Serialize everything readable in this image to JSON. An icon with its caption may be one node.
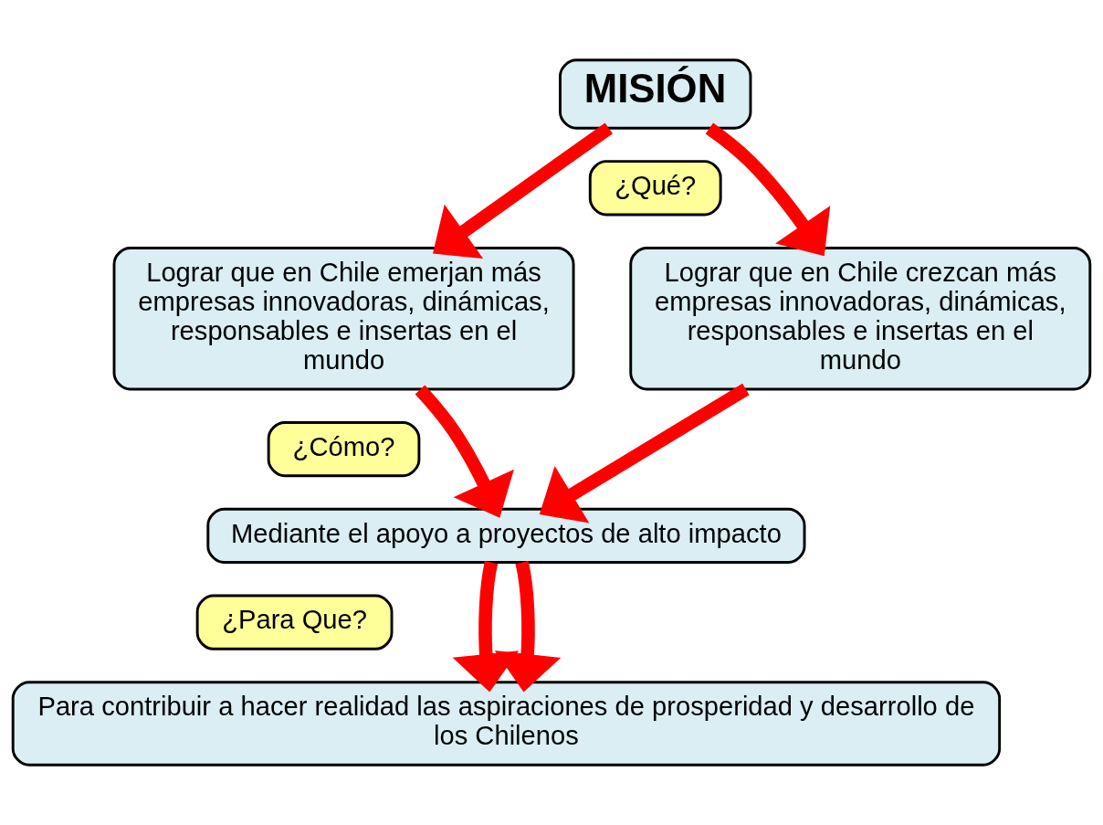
{
  "diagram": {
    "nodes": [
      {
        "text": [
          "MISIÓN"
        ]
      },
      {
        "text": [
          "¿Qué?"
        ]
      },
      {
        "text": [
          "Lograr que en Chile emerjan más empresas innovadoras, dinámicas, responsables e insertas en el mundo"
        ]
      },
      {
        "text": [
          "Lograr que en Chile crezcan más empresas innovadoras, dinámicas, responsables e insertas en el mundo"
        ]
      },
      {
        "text": [
          "¿Cómo?"
        ]
      },
      {
        "text": [
          "Mediante el apoyo a proyectos de alto impacto"
        ]
      },
      {
        "text": [
          "¿Para Que?"
        ]
      },
      {
        "text": [
          "Para contribuir a hacer realidad las aspiraciones de prosperidad y desarrollo de los Chilenos"
        ]
      }
    ],
    "edges": [
      {
        "from": 0,
        "to": 2,
        "arrow": "to"
      },
      {
        "from": 0,
        "to": 3,
        "arrow": "to"
      },
      {
        "from": 2,
        "to": 5,
        "arrow": "to"
      },
      {
        "from": 3,
        "to": 5,
        "arrow": "to"
      },
      {
        "from": 5,
        "to": 7,
        "arrow": "to"
      },
      {
        "from": 5,
        "to": 7,
        "arrow": "to"
      }
    ]
  }
}
